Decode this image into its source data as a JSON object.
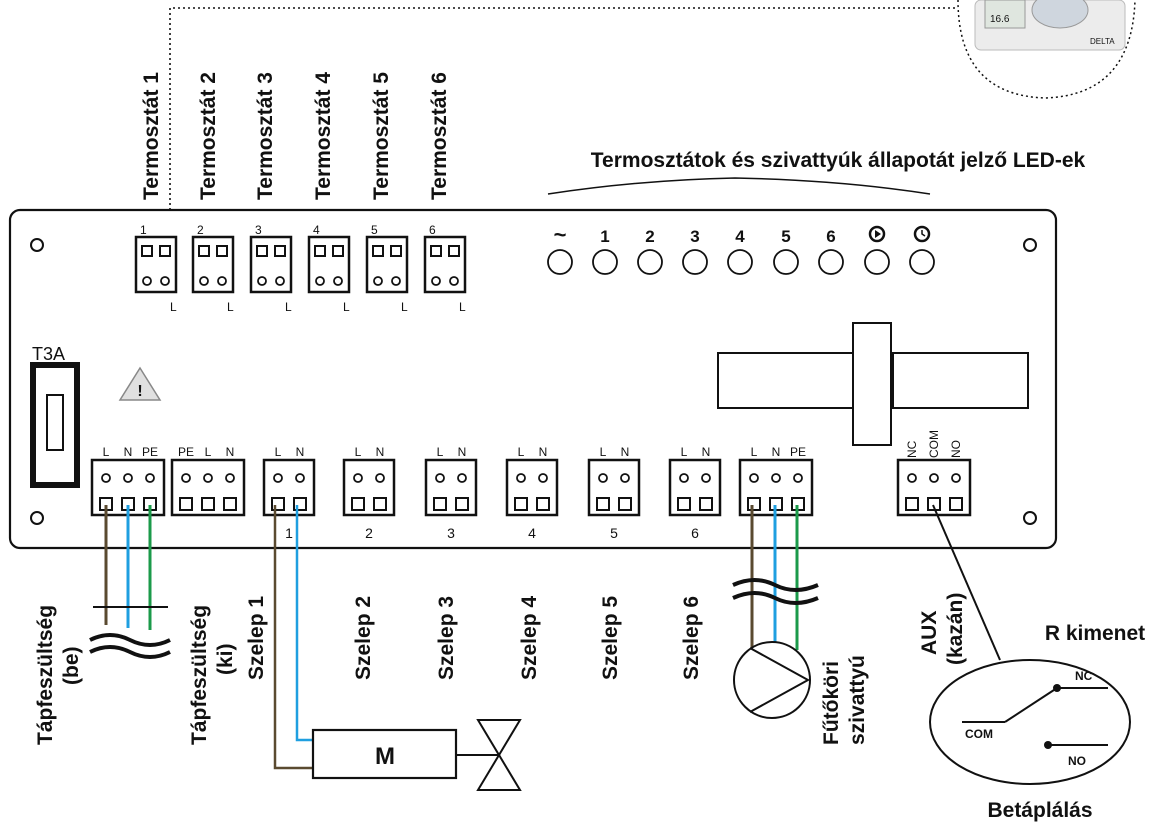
{
  "header_title": "Termosztátok és szivattyúk állapotát jelző LED-ek",
  "thermostats": [
    "Termosztát 1",
    "Termosztát 2",
    "Termosztát 3",
    "Termosztát 4",
    "Termosztát 5",
    "Termosztát 6"
  ],
  "thermostat_terminal_numbers": [
    "1",
    "2",
    "3",
    "4",
    "5",
    "6"
  ],
  "thermostat_terminal_marks": [
    "L",
    "L",
    "L",
    "L",
    "L",
    "L"
  ],
  "led_labels": [
    "~",
    "1",
    "2",
    "3",
    "4",
    "5",
    "6"
  ],
  "led_icons": [
    "play-circle-icon",
    "clock-circle-icon"
  ],
  "fuse_label": "T3A",
  "warning_symbol": "!",
  "terminal_pins": {
    "power_in": [
      "L",
      "N",
      "PE"
    ],
    "power_out": [
      "PE",
      "L",
      "N"
    ],
    "valve": [
      "L",
      "N"
    ],
    "pump": [
      "L",
      "N",
      "PE"
    ],
    "aux": [
      "NC",
      "COM",
      "NO"
    ]
  },
  "valve_numbers": [
    "1",
    "2",
    "3",
    "4",
    "5",
    "6"
  ],
  "bottom_labels": {
    "power_in": [
      "Tápfeszültség",
      "(be)"
    ],
    "power_out": [
      "Tápfeszültség",
      "(ki)"
    ],
    "valves": [
      "Szelep 1",
      "Szelep 2",
      "Szelep 3",
      "Szelep 4",
      "Szelep 5",
      "Szelep 6"
    ],
    "pump": [
      "Fűtőköri",
      "szivattyú"
    ],
    "aux": [
      "AUX",
      "(kazán)"
    ]
  },
  "motor_label": "M",
  "relay": {
    "title": "R kimenet",
    "nc": "NC",
    "com": "COM",
    "no": "NO",
    "footer": "Betáplálás"
  },
  "thermostat_device_brand": "DELTA",
  "thermostat_device_display": "16.6",
  "colors": {
    "wire_brown": "#5a4a30",
    "wire_blue": "#1f9fe0",
    "wire_green": "#1b9a4a",
    "outline": "#111111"
  }
}
